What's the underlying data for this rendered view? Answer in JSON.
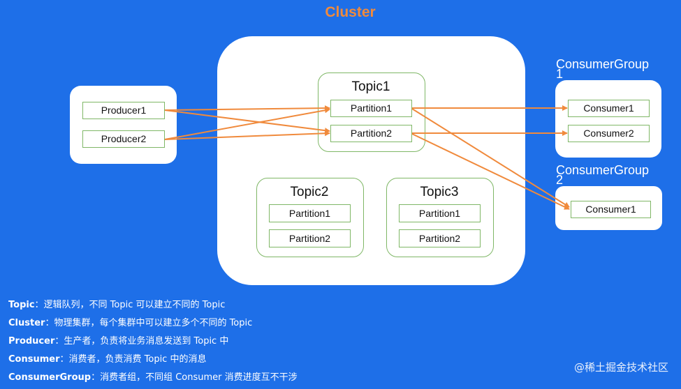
{
  "title": "Cluster",
  "producers": [
    "Producer1",
    "Producer2"
  ],
  "topics": [
    {
      "name": "Topic1",
      "partitions": [
        "Partition1",
        "Partition2"
      ]
    },
    {
      "name": "Topic2",
      "partitions": [
        "Partition1",
        "Partition2"
      ]
    },
    {
      "name": "Topic3",
      "partitions": [
        "Partition1",
        "Partition2"
      ]
    }
  ],
  "consumer_groups": [
    {
      "label": "ConsumerGroup\n1",
      "consumers": [
        "Consumer1",
        "Consumer2"
      ]
    },
    {
      "label": "ConsumerGroup\n2",
      "consumers": [
        "Consumer1"
      ]
    }
  ],
  "legend": [
    {
      "term": "Topic",
      "desc": "：逻辑队列，不同 Topic 可以建立不同的 Topic"
    },
    {
      "term": "Cluster",
      "desc": "：物理集群，每个集群中可以建立多个不同的 Topic"
    },
    {
      "term": "Producer",
      "desc": "：生产者，负责将业务消息发送到 Topic 中"
    },
    {
      "term": "Consumer",
      "desc": "：消费者，负责消费 Topic 中的消息"
    },
    {
      "term": "ConsumerGroup",
      "desc": "：消费者组，不同组 Consumer 消费进度互不干涉"
    }
  ],
  "watermark": "@稀土掘金技术社区",
  "colors": {
    "background": "#1e6fe8",
    "title": "#f08a3c",
    "arrow": "#f08a3c",
    "box_border": "#7fb766"
  }
}
